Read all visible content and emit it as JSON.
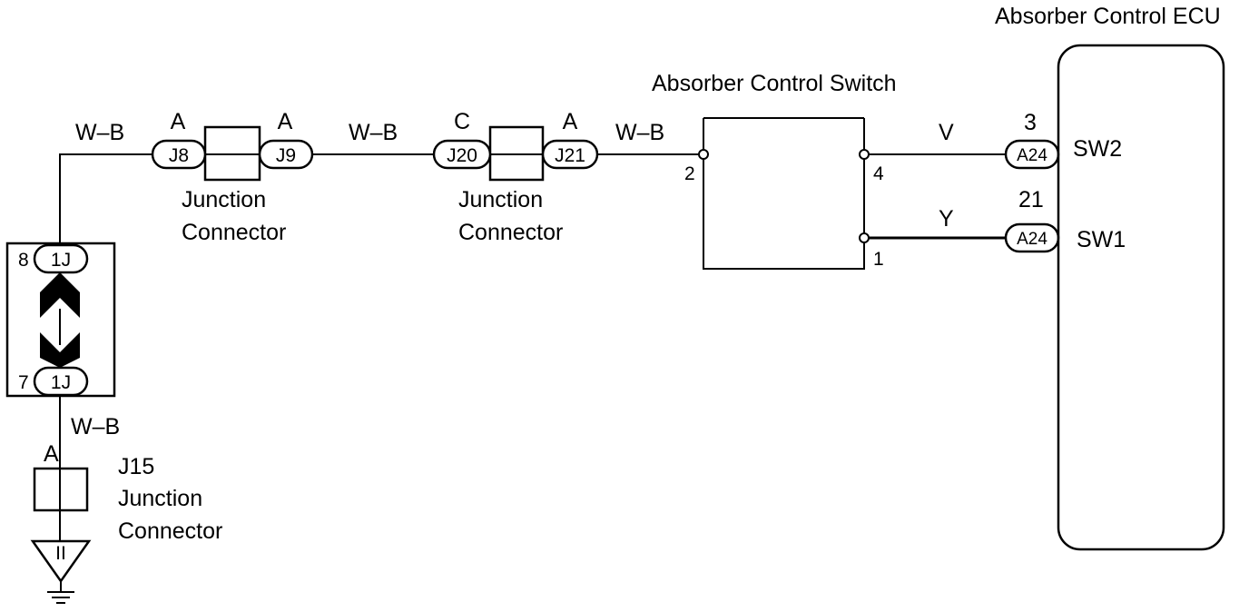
{
  "ecu": {
    "title": "Absorber Control ECU",
    "sw2": "SW2",
    "sw1": "SW1"
  },
  "switch": {
    "title": "Absorber Control Switch",
    "pin2": "2",
    "pin4": "4",
    "pin1": "1"
  },
  "junctions": {
    "j8": {
      "name": "J8",
      "letter": "A"
    },
    "j9": {
      "name": "J9",
      "letter": "A"
    },
    "j20": {
      "name": "J20",
      "letter": "C"
    },
    "j21": {
      "name": "J21",
      "letter": "A"
    },
    "label1_line1": "Junction",
    "label1_line2": "Connector",
    "label2_line1": "Junction",
    "label2_line2": "Connector",
    "j15": {
      "name": "J15",
      "letter": "A",
      "line1": "Junction",
      "line2": "Connector"
    }
  },
  "wires": {
    "wb1": "W–B",
    "wb2": "W–B",
    "wb3": "W–B",
    "wb4": "W–B",
    "v": "V",
    "y": "Y"
  },
  "connectors": {
    "a24_top": {
      "name": "A24",
      "pin": "3"
    },
    "a24_bot": {
      "name": "A24",
      "pin": "21"
    },
    "onej_top": {
      "name": "1J",
      "pin": "8"
    },
    "onej_bot": {
      "name": "1J",
      "pin": "7"
    }
  },
  "ground": {
    "mark": "II"
  }
}
